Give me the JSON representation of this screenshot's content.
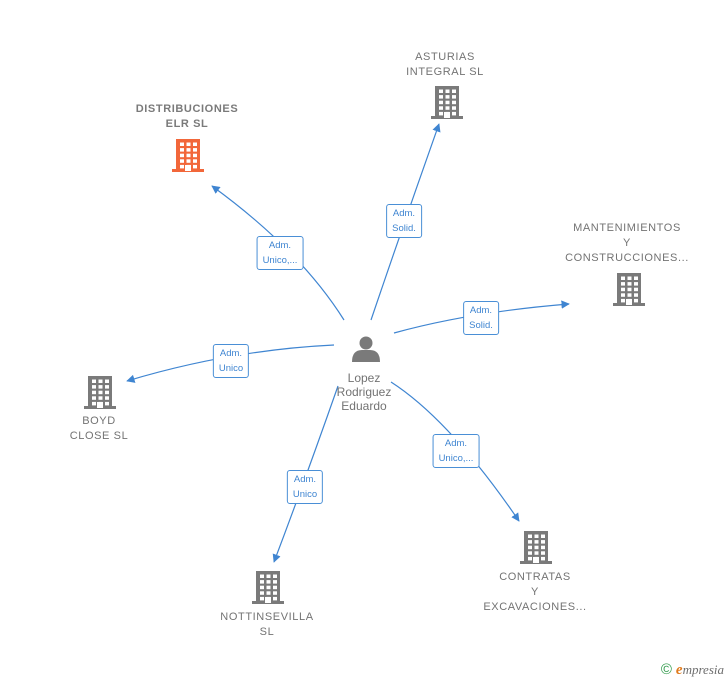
{
  "center": {
    "name_lines": [
      "Lopez",
      "Rodriguez",
      "Eduardo"
    ],
    "icon": "person-icon",
    "color": "#7a7a7a"
  },
  "companies": [
    {
      "id": "distribuciones",
      "name_lines": [
        "DISTRIBUCIONES",
        "ELR  SL"
      ],
      "icon": "building-icon",
      "color": "#f2673a",
      "highlight": true
    },
    {
      "id": "asturias",
      "name_lines": [
        "ASTURIAS",
        "INTEGRAL  SL"
      ],
      "icon": "building-icon",
      "color": "#7a7a7a"
    },
    {
      "id": "mantenimientos",
      "name_lines": [
        "MANTENIMIENTOS",
        "Y",
        "CONSTRUCCIONES..."
      ],
      "icon": "building-icon",
      "color": "#7a7a7a"
    },
    {
      "id": "boyd",
      "name_lines": [
        "BOYD",
        "CLOSE  SL"
      ],
      "icon": "building-icon",
      "color": "#7a7a7a"
    },
    {
      "id": "nottinsevilla",
      "name_lines": [
        "NOTTINSEVILLA",
        "SL"
      ],
      "icon": "building-icon",
      "color": "#7a7a7a"
    },
    {
      "id": "contratas",
      "name_lines": [
        "CONTRATAS",
        "Y",
        "EXCAVACIONES..."
      ],
      "icon": "building-icon",
      "color": "#7a7a7a"
    }
  ],
  "relations": [
    {
      "target": "distribuciones",
      "label_lines": [
        "Adm.",
        "Unico,..."
      ]
    },
    {
      "target": "asturias",
      "label_lines": [
        "Adm.",
        "Solid."
      ]
    },
    {
      "target": "mantenimientos",
      "label_lines": [
        "Adm.",
        "Solid."
      ]
    },
    {
      "target": "boyd",
      "label_lines": [
        "Adm.",
        "Unico"
      ]
    },
    {
      "target": "nottinsevilla",
      "label_lines": [
        "Adm.",
        "Unico"
      ]
    },
    {
      "target": "contratas",
      "label_lines": [
        "Adm.",
        "Unico,..."
      ]
    }
  ],
  "edge_color": "#3f85d1",
  "brand": {
    "copyright": "©",
    "initial": "e",
    "name": "mpresia"
  }
}
